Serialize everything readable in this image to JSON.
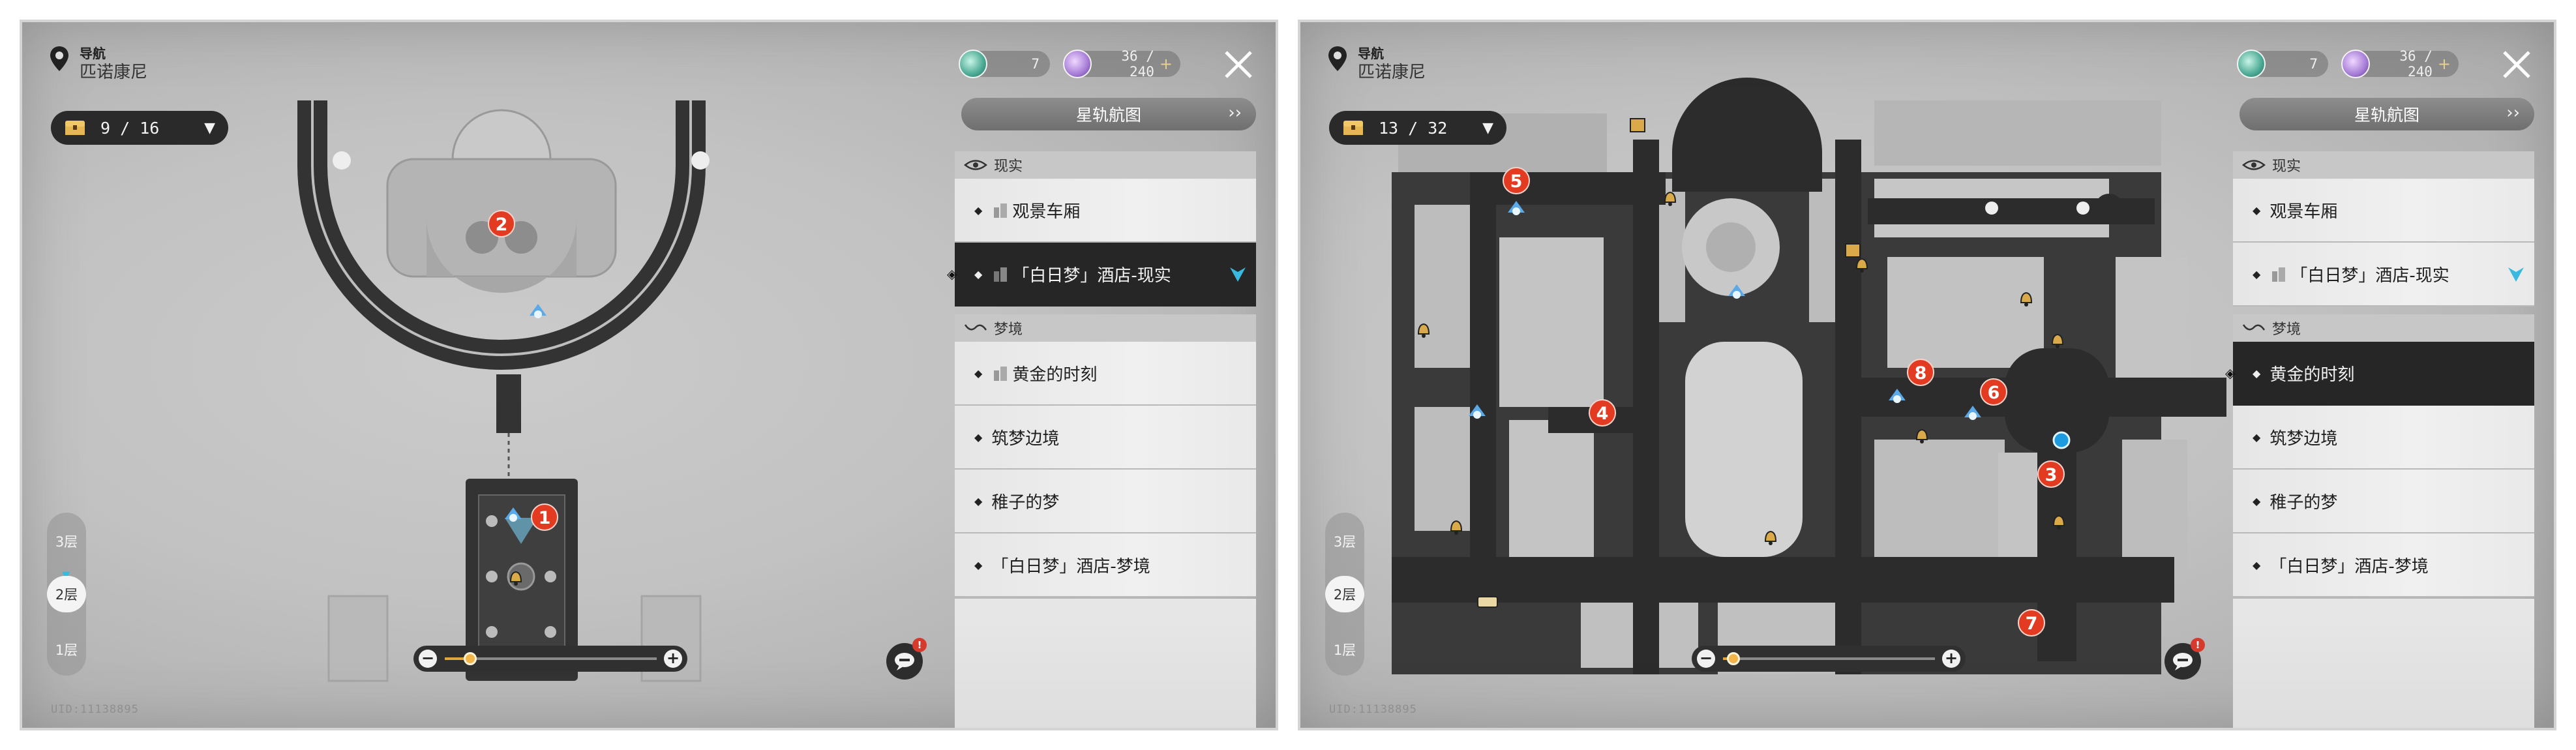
{
  "panels": [
    {
      "nav": {
        "title": "导航",
        "location": "匹诺康尼"
      },
      "chest": {
        "count": "9 / 16"
      },
      "currency": {
        "stamina": "7",
        "reserve": "36 / 240"
      },
      "star_rail_map_label": "星轨航图",
      "sections": [
        {
          "header": "现实",
          "items": [
            {
              "label": "观景车厢"
            },
            {
              "label": "「白日梦」酒店-现实",
              "active": true
            }
          ]
        },
        {
          "header": "梦境",
          "items": [
            {
              "label": "黄金的时刻"
            },
            {
              "label": "筑梦边境"
            },
            {
              "label": "稚子的梦"
            },
            {
              "label": "「白日梦」酒店-梦境"
            }
          ]
        }
      ],
      "floors": [
        "3层",
        "2层",
        "1层"
      ],
      "active_floor": "2层",
      "markers": [
        "1",
        "2"
      ],
      "zoom_level": 0.12,
      "alert_badge": "!",
      "uid": "UID:11138895"
    },
    {
      "nav": {
        "title": "导航",
        "location": "匹诺康尼"
      },
      "chest": {
        "count": "13 / 32"
      },
      "currency": {
        "stamina": "7",
        "reserve": "36 / 240"
      },
      "star_rail_map_label": "星轨航图",
      "sections": [
        {
          "header": "现实",
          "items": [
            {
              "label": "观景车厢"
            },
            {
              "label": "「白日梦」酒店-现实"
            }
          ]
        },
        {
          "header": "梦境",
          "items": [
            {
              "label": "黄金的时刻",
              "active": true
            },
            {
              "label": "筑梦边境"
            },
            {
              "label": "稚子的梦"
            },
            {
              "label": "「白日梦」酒店-梦境"
            }
          ]
        }
      ],
      "floors": [
        "3层",
        "2层",
        "1层"
      ],
      "active_floor": "2层",
      "markers": [
        "3",
        "4",
        "5",
        "6",
        "7",
        "8"
      ],
      "zoom_level": 0.05,
      "alert_badge": "!",
      "uid": "UID:11138895"
    }
  ],
  "icons": [
    "map-pin-icon",
    "chest-icon",
    "caret-down-icon",
    "close-icon",
    "chevron-right-icon",
    "reality-eye-icon",
    "dream-wave-icon",
    "building-icon",
    "location-arrow-icon",
    "space-anchor-icon",
    "bell-icon",
    "zoom-minus-icon",
    "zoom-plus-icon",
    "chat-bubble-icon"
  ],
  "colors": {
    "marker": "#e23b21",
    "accent_blue": "#39b8e0",
    "active_item": "#262626",
    "zoom_fill": "#e2a63f"
  }
}
